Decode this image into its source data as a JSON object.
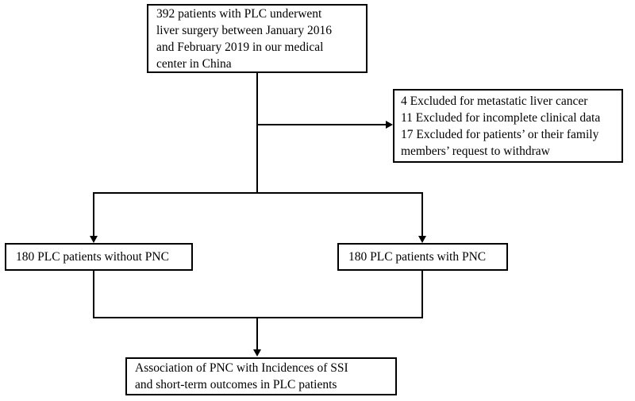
{
  "diagram": {
    "title": "PLC patient enrollment flow diagram",
    "type": "flowchart",
    "background_color": "#ffffff",
    "line_color": "#000000",
    "text_color": "#000000"
  },
  "nodes": {
    "enrollment": {
      "id": "enrollment",
      "lines": [
        "392 patients with PLC underwent",
        "liver surgery between January 2016",
        "and February 2019 in our medical",
        "center in China"
      ],
      "count": "392"
    },
    "excluded": {
      "id": "excluded",
      "lines": [
        "4 Excluded for metastatic liver cancer",
        "11 Excluded for incomplete clinical data",
        "17 Excluded for patients’ or their family",
        "members’ request to withdraw"
      ],
      "counts": [
        "4",
        "11",
        "17"
      ]
    },
    "without_pnc": {
      "id": "without-pnc",
      "lines": [
        "180 PLC patients without PNC"
      ],
      "count": "180"
    },
    "with_pnc": {
      "id": "with-pnc",
      "lines": [
        "180 PLC patients with PNC"
      ],
      "count": "180"
    },
    "outcome": {
      "id": "outcome",
      "lines": [
        "Association of PNC with Incidences of SSI",
        "and short-term outcomes in PLC patients"
      ]
    }
  },
  "connectors": {
    "enrollment_to_split": "vertical-stem",
    "enrollment_to_excluded": "horizontal-arrow-right",
    "split_to_without_pnc": "arrow-down",
    "split_to_with_pnc": "arrow-down",
    "groups_to_outcome": "merge-arrow-down"
  }
}
